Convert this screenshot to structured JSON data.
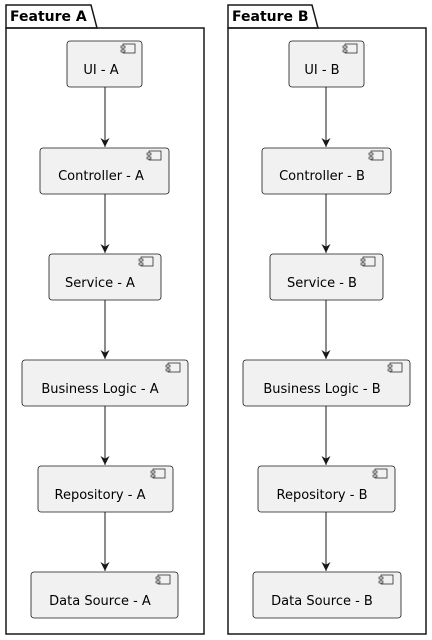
{
  "packages": [
    {
      "title": "Feature A",
      "components": [
        "UI - A",
        "Controller - A",
        "Service - A",
        "Business Logic - A",
        "Repository - A",
        "Data Source - A"
      ]
    },
    {
      "title": "Feature B",
      "components": [
        "UI - B",
        "Controller - B",
        "Service - B",
        "Business Logic - B",
        "Repository - B",
        "Data Source - B"
      ]
    }
  ],
  "colors": {
    "component_fill": "#f1f1f1",
    "stroke": "#181818",
    "background": "#ffffff"
  }
}
